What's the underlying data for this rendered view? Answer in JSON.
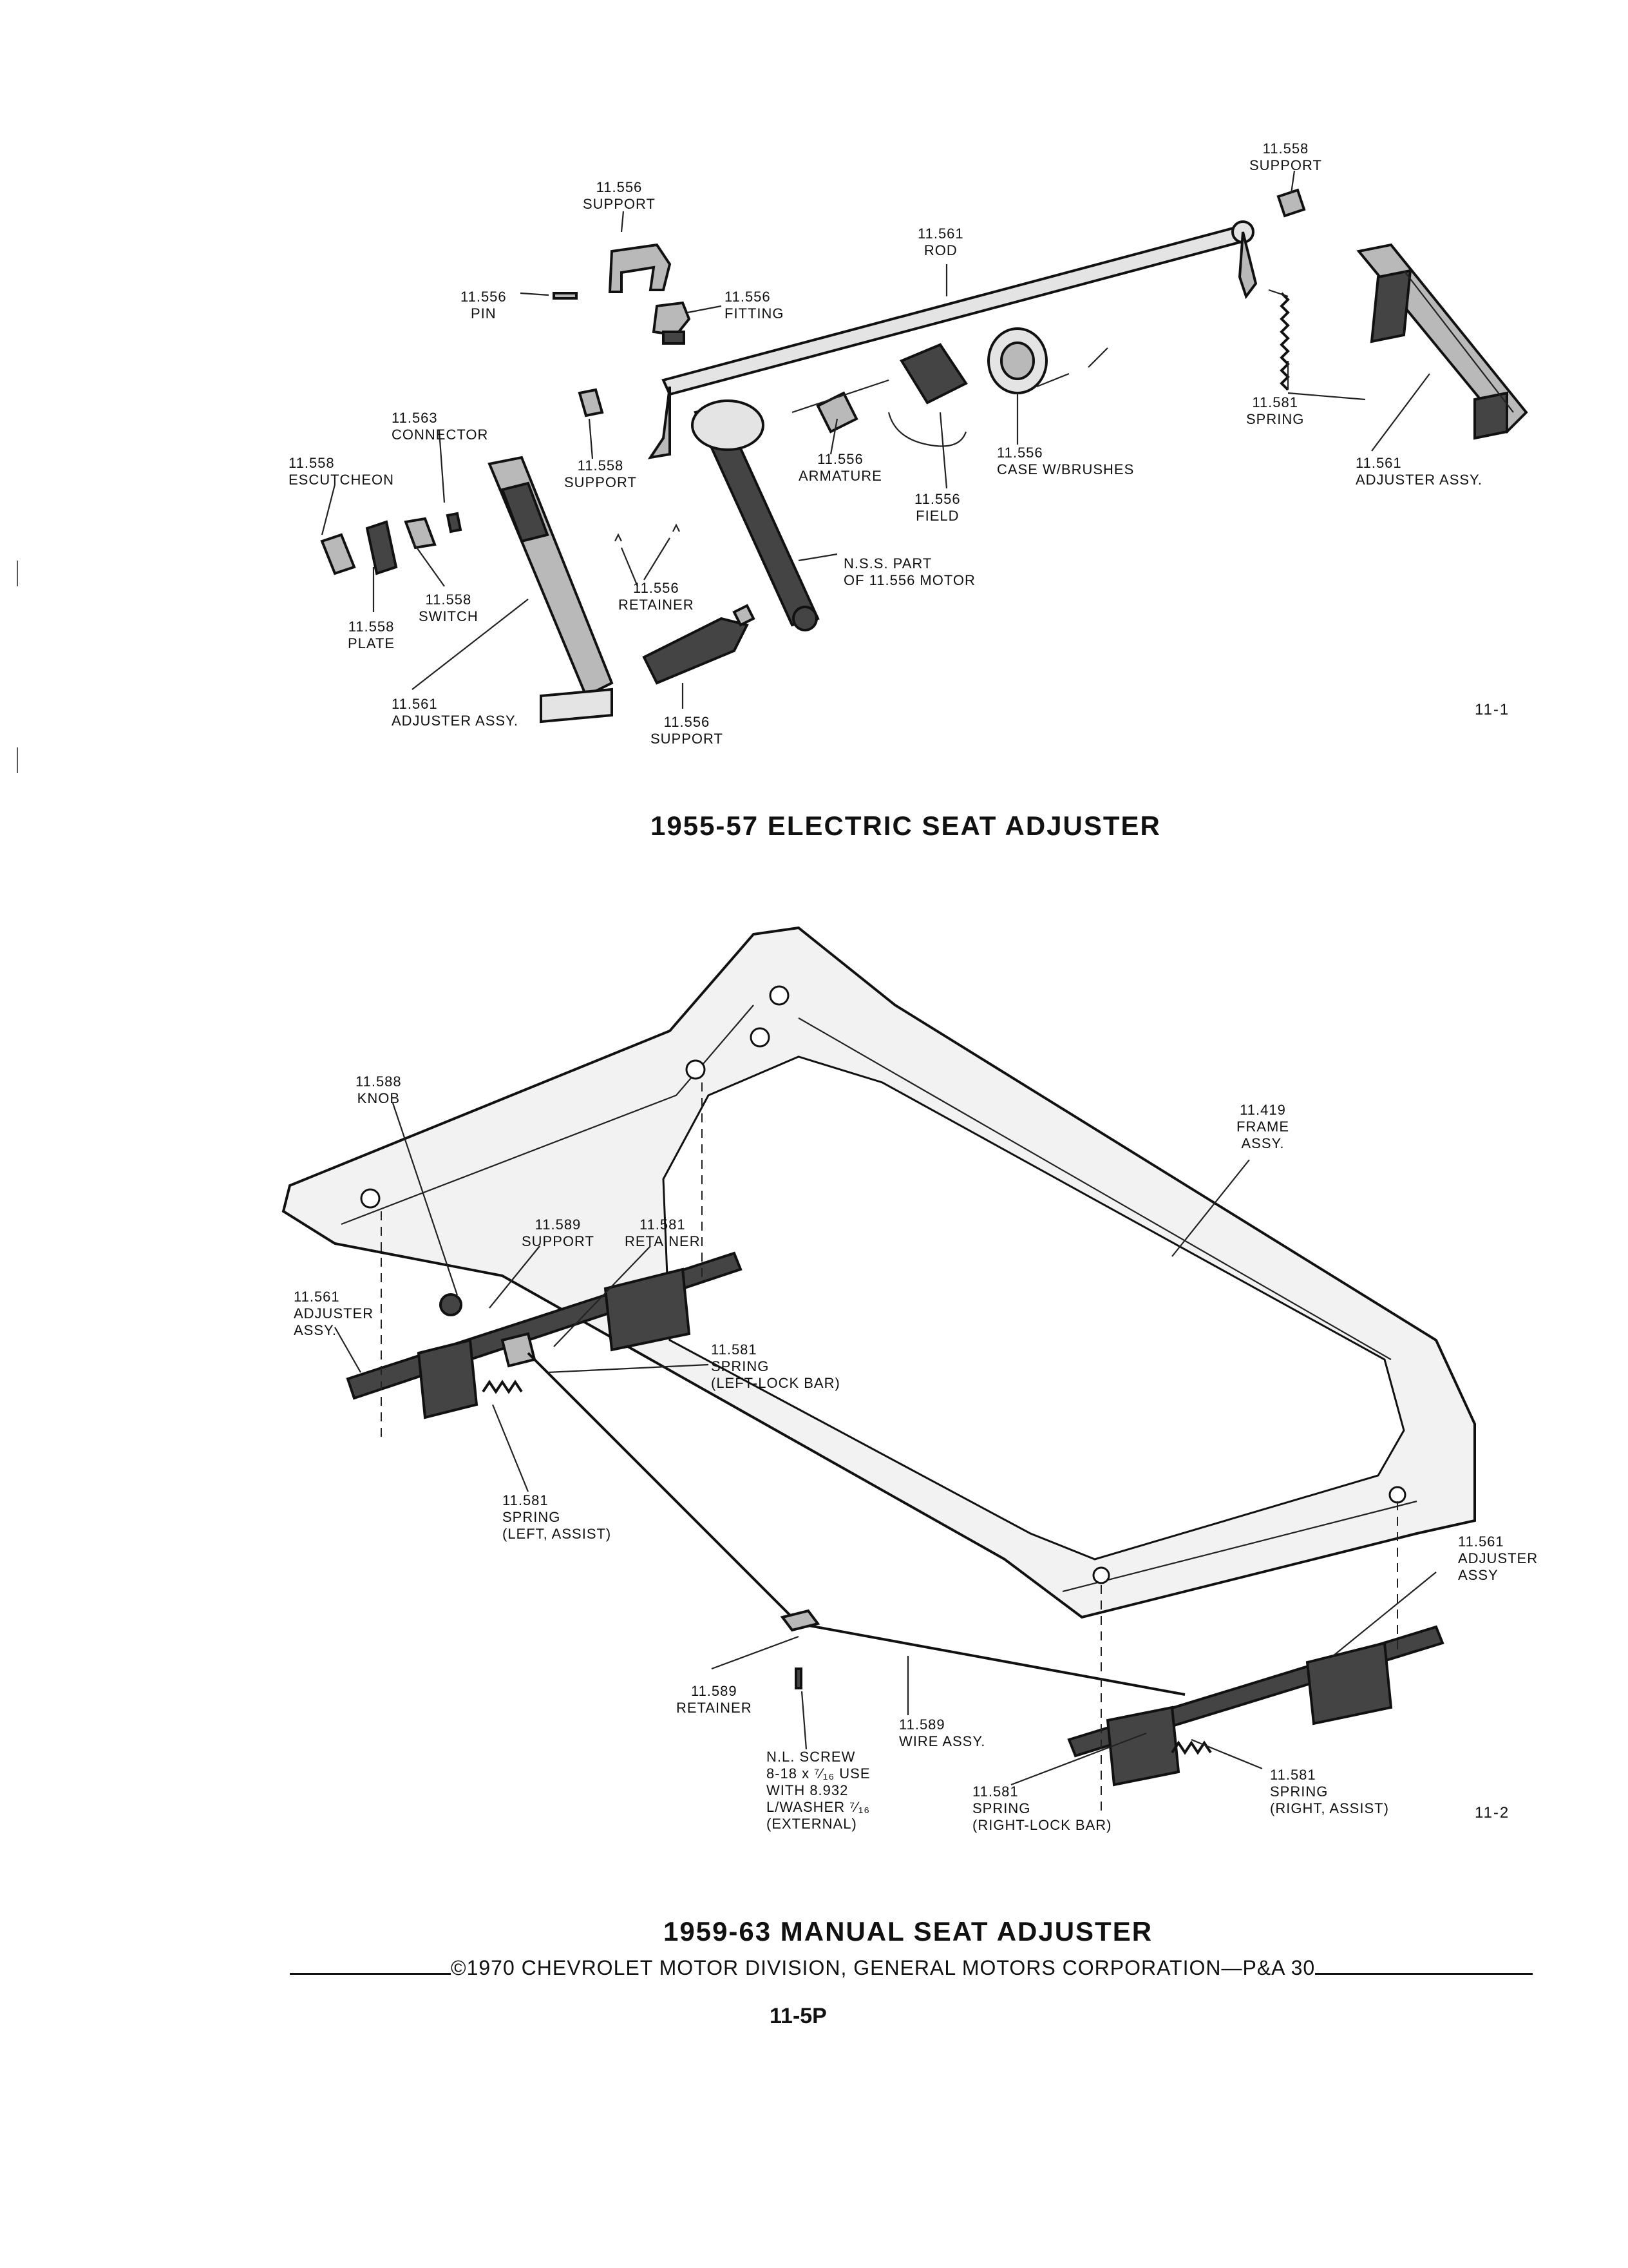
{
  "figure1": {
    "title": "1955-57 ELECTRIC SEAT ADJUSTER",
    "fig_number": "11-1",
    "labels": [
      {
        "text": "11.558\nSUPPORT"
      },
      {
        "text": "11.556\nSUPPORT"
      },
      {
        "text": "11.561\nROD"
      },
      {
        "text": "11.556\nPIN"
      },
      {
        "text": "11.556\nFITTING"
      },
      {
        "text": "11.563\nCONNECTOR"
      },
      {
        "text": "11.558\nESCUTCHEON"
      },
      {
        "text": "11.558\nSUPPORT"
      },
      {
        "text": "11.556\nARMATURE"
      },
      {
        "text": "11.556\nCASE W/BRUSHES"
      },
      {
        "text": "11.556\nFIELD"
      },
      {
        "text": "11.581\nSPRING"
      },
      {
        "text": "11.561\nADJUSTER ASSY."
      },
      {
        "text": "N.S.S. PART\nOF 11.556 MOTOR"
      },
      {
        "text": "11.558\nSWITCH"
      },
      {
        "text": "11.558\nPLATE"
      },
      {
        "text": "11.556\nRETAINER"
      },
      {
        "text": "11.561\nADJUSTER ASSY."
      },
      {
        "text": "11.556\nSUPPORT"
      }
    ]
  },
  "figure2": {
    "title": "1959-63 MANUAL SEAT ADJUSTER",
    "fig_number": "11-2",
    "labels": [
      {
        "text": "11.588\nKNOB"
      },
      {
        "text": "11.419\nFRAME\nASSY."
      },
      {
        "text": "11.589\nSUPPORT"
      },
      {
        "text": "11.581\nRETAINER"
      },
      {
        "text": "11.561\nADJUSTER\nASSY."
      },
      {
        "text": "11.581\nSPRING\n(LEFT-LOCK BAR)"
      },
      {
        "text": "11.581\nSPRING\n(LEFT, ASSIST)"
      },
      {
        "text": "11.561\nADJUSTER\nASSY"
      },
      {
        "text": "11.589\nRETAINER"
      },
      {
        "text": "11.589\nWIRE ASSY."
      },
      {
        "text": "N.L. SCREW\n8-18 x ⁷⁄₁₆ USE\nWITH 8.932\nL/WASHER ⁷⁄₁₆\n(EXTERNAL)"
      },
      {
        "text": "11.581\nSPRING\n(RIGHT-LOCK BAR)"
      },
      {
        "text": "11.581\nSPRING\n(RIGHT, ASSIST)"
      }
    ]
  },
  "footer": {
    "copyright": "©1970 CHEVROLET MOTOR DIVISION, GENERAL MOTORS CORPORATION—P&A 30",
    "page_number": "11-5P"
  }
}
